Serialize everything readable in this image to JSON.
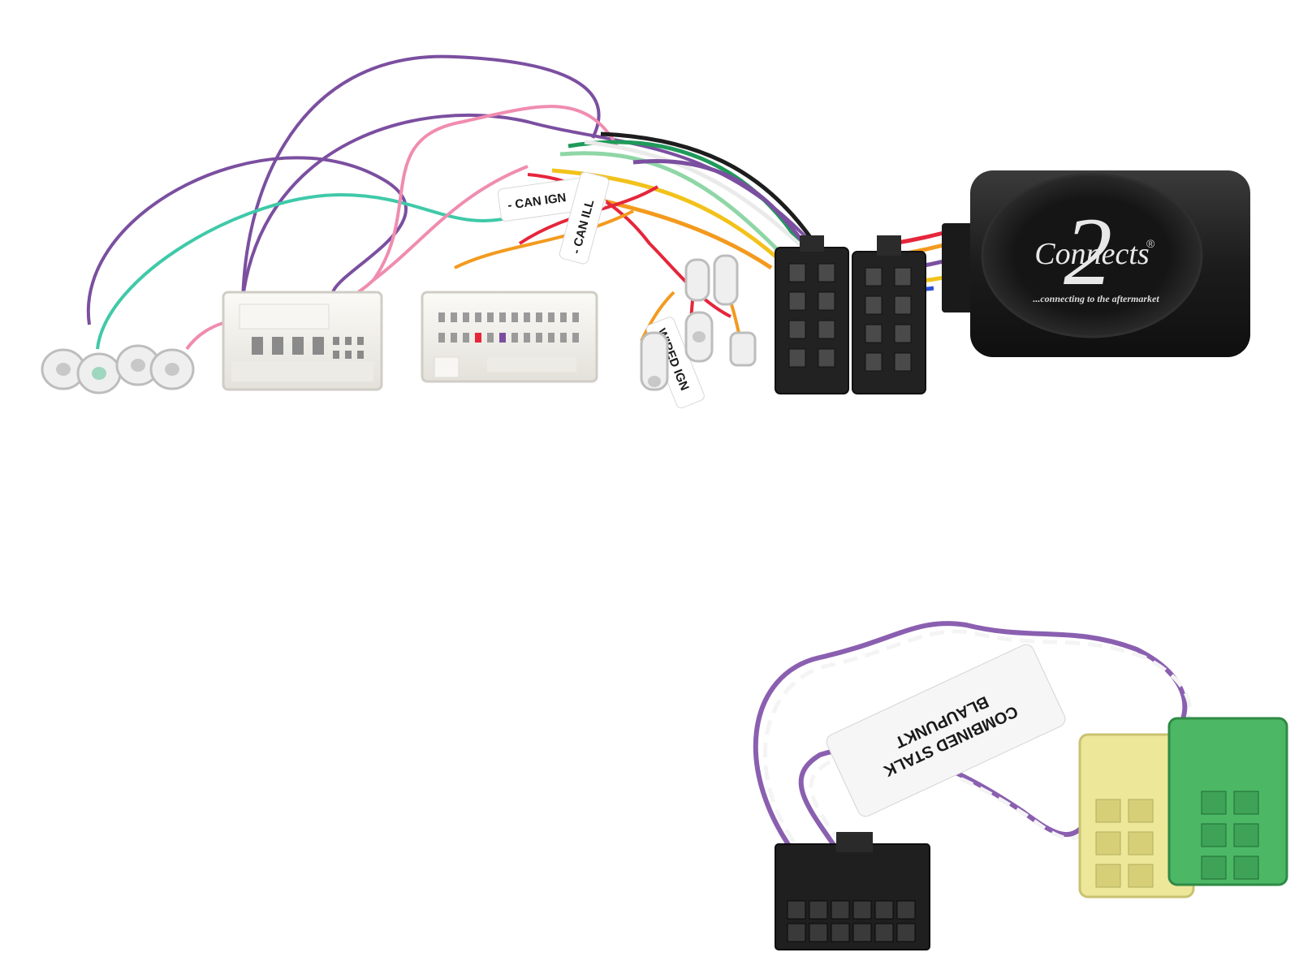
{
  "labels": {
    "can_ign": "- CAN IGN",
    "can_ill": "- CAN ILL",
    "wired_ign": "WIRED IGN",
    "stalk_line1": "COMBINED STALK",
    "stalk_line2": "BLAUPUNKT"
  },
  "module": {
    "logo_numeral": "2",
    "logo_text": "Connects",
    "registered_mark": "®",
    "tagline": "...connecting to the aftermarket"
  },
  "colors": {
    "wire_purple": "#7b4fa0",
    "wire_teal": "#3fc9a8",
    "wire_pink": "#f08cb0",
    "wire_red": "#e5263b",
    "wire_orange": "#f39a1e",
    "wire_yellow": "#f2c21b",
    "wire_green": "#1f9a5a",
    "wire_black": "#1d1d1d",
    "wire_white": "#f4f4f4",
    "wire_blue": "#2c4fd8",
    "connector_white": "#f1f0ec",
    "connector_black": "#222222",
    "connector_yellow": "#ede79a",
    "connector_green": "#4cb866",
    "module_body": "#1f1f1f"
  },
  "icons": {
    "module": "interface-module-icon",
    "iso_connector": "iso-connector-icon",
    "mini_iso": "mini-iso-connector-icon",
    "molex": "molex-connector-icon"
  }
}
